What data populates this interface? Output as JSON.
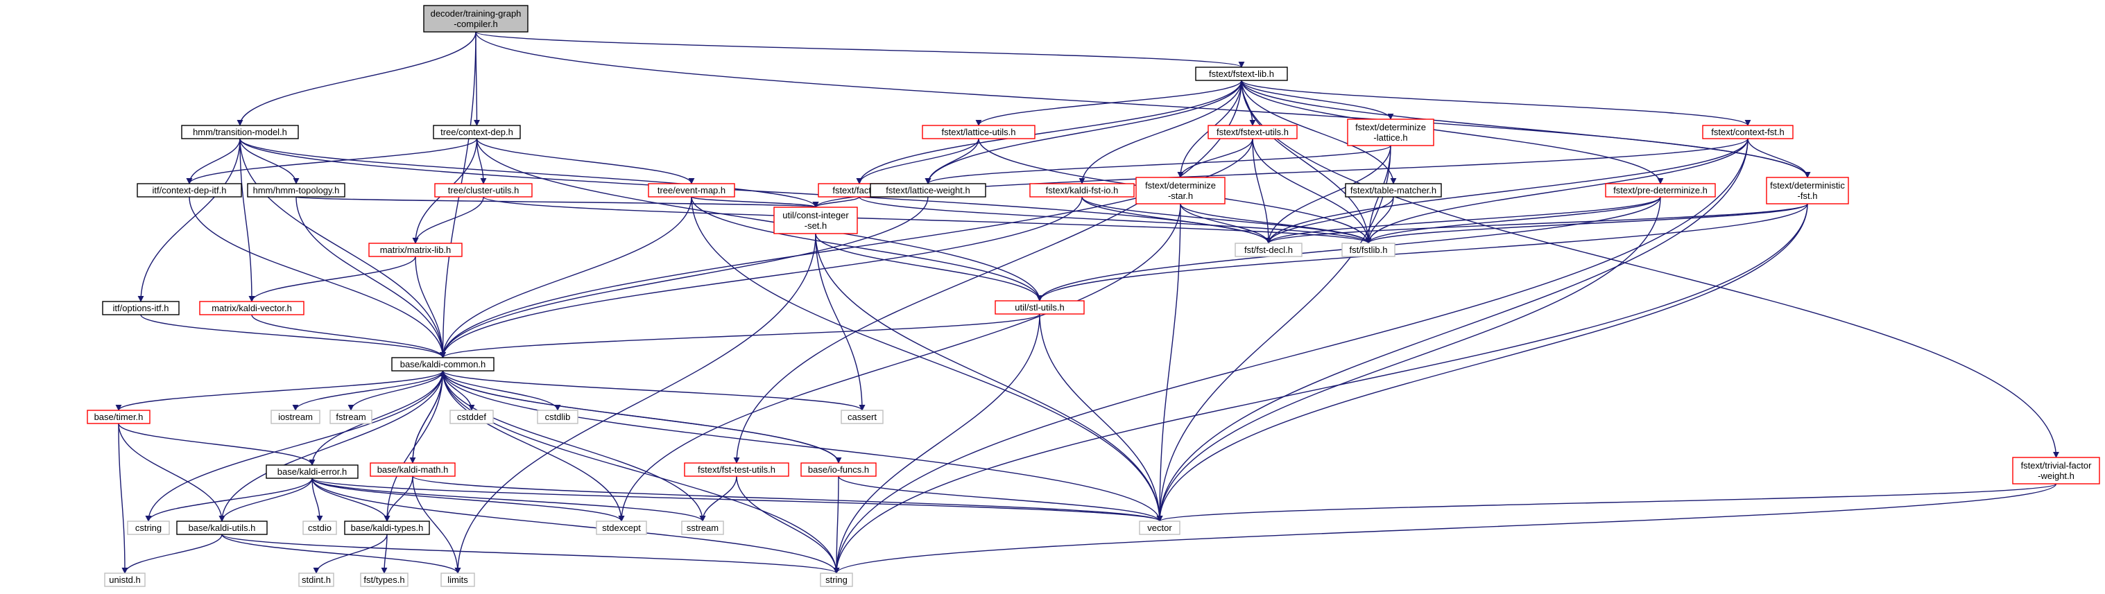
{
  "colors": {
    "edge": "#191970",
    "root_fill": "#bfbfbf",
    "root_border": "#000000",
    "documented_border": "#000000",
    "truncated_border": "#ff0000",
    "system_border": "#bfbfbf",
    "system_text": "#000000",
    "background": "#ffffff"
  },
  "nodes": [
    {
      "id": "root",
      "style": "root",
      "lines": [
        "decoder/training-graph",
        "-compiler.h"
      ]
    },
    {
      "id": "fstext_lib",
      "style": "documented",
      "lines": [
        "fstext/fstext-lib.h"
      ]
    },
    {
      "id": "hmm_tm",
      "style": "documented",
      "lines": [
        "hmm/transition-model.h"
      ]
    },
    {
      "id": "tree_cd",
      "style": "documented",
      "lines": [
        "tree/context-dep.h"
      ]
    },
    {
      "id": "itf_cdi",
      "style": "documented",
      "lines": [
        "itf/context-dep-itf.h"
      ]
    },
    {
      "id": "hmm_topo",
      "style": "documented",
      "lines": [
        "hmm/hmm-topology.h"
      ]
    },
    {
      "id": "tree_cu",
      "style": "truncated",
      "lines": [
        "tree/cluster-utils.h"
      ]
    },
    {
      "id": "tree_em",
      "style": "truncated",
      "lines": [
        "tree/event-map.h"
      ]
    },
    {
      "id": "fst_lu",
      "style": "truncated",
      "lines": [
        "fstext/lattice-utils.h"
      ]
    },
    {
      "id": "fst_factor",
      "style": "truncated",
      "lines": [
        "fstext/factor.h"
      ]
    },
    {
      "id": "fst_lw",
      "style": "documented",
      "lines": [
        "fstext/lattice-weight.h"
      ]
    },
    {
      "id": "fst_fu",
      "style": "truncated",
      "lines": [
        "fstext/fstext-utils.h"
      ]
    },
    {
      "id": "fst_dl",
      "style": "truncated",
      "lines": [
        "fstext/determinize",
        "-lattice.h"
      ]
    },
    {
      "id": "fst_kfi",
      "style": "truncated",
      "lines": [
        "fstext/kaldi-fst-io.h"
      ]
    },
    {
      "id": "fst_ds",
      "style": "truncated",
      "lines": [
        "fstext/determinize",
        "-star.h"
      ]
    },
    {
      "id": "fst_tm",
      "style": "documented",
      "lines": [
        "fstext/table-matcher.h"
      ]
    },
    {
      "id": "fst_cf",
      "style": "truncated",
      "lines": [
        "fstext/context-fst.h"
      ]
    },
    {
      "id": "fst_pd",
      "style": "truncated",
      "lines": [
        "fstext/pre-determinize.h"
      ]
    },
    {
      "id": "fst_dfst",
      "style": "truncated",
      "lines": [
        "fstext/deterministic",
        "-fst.h"
      ]
    },
    {
      "id": "fst_ftu",
      "style": "truncated",
      "lines": [
        "fstext/fst-test-utils.h"
      ]
    },
    {
      "id": "fst_tfw",
      "style": "truncated",
      "lines": [
        "fstext/trivial-factor",
        "-weight.h"
      ]
    },
    {
      "id": "mat_lib",
      "style": "truncated",
      "lines": [
        "matrix/matrix-lib.h"
      ]
    },
    {
      "id": "mat_kv",
      "style": "truncated",
      "lines": [
        "matrix/kaldi-vector.h"
      ]
    },
    {
      "id": "util_cis",
      "style": "truncated",
      "lines": [
        "util/const-integer",
        "-set.h"
      ]
    },
    {
      "id": "util_stl",
      "style": "truncated",
      "lines": [
        "util/stl-utils.h"
      ]
    },
    {
      "id": "itf_opt",
      "style": "documented",
      "lines": [
        "itf/options-itf.h"
      ]
    },
    {
      "id": "fst_decl",
      "style": "system",
      "lines": [
        "fst/fst-decl.h"
      ]
    },
    {
      "id": "fstlib",
      "style": "system",
      "lines": [
        "fst/fstlib.h"
      ]
    },
    {
      "id": "base_kc",
      "style": "documented",
      "lines": [
        "base/kaldi-common.h"
      ]
    },
    {
      "id": "base_timer",
      "style": "truncated",
      "lines": [
        "base/timer.h"
      ]
    },
    {
      "id": "iostream",
      "style": "system",
      "lines": [
        "iostream"
      ]
    },
    {
      "id": "fstream",
      "style": "system",
      "lines": [
        "fstream"
      ]
    },
    {
      "id": "cstddef",
      "style": "system",
      "lines": [
        "cstddef"
      ]
    },
    {
      "id": "cstdlib",
      "style": "system",
      "lines": [
        "cstdlib"
      ]
    },
    {
      "id": "cassert",
      "style": "system",
      "lines": [
        "cassert"
      ]
    },
    {
      "id": "base_ke",
      "style": "documented",
      "lines": [
        "base/kaldi-error.h"
      ]
    },
    {
      "id": "base_km",
      "style": "truncated",
      "lines": [
        "base/kaldi-math.h"
      ]
    },
    {
      "id": "base_io",
      "style": "truncated",
      "lines": [
        "base/io-funcs.h"
      ]
    },
    {
      "id": "cstring",
      "style": "system",
      "lines": [
        "cstring"
      ]
    },
    {
      "id": "cstdio",
      "style": "system",
      "lines": [
        "cstdio"
      ]
    },
    {
      "id": "sstream",
      "style": "system",
      "lines": [
        "sstream"
      ]
    },
    {
      "id": "stdexcept",
      "style": "system",
      "lines": [
        "stdexcept"
      ]
    },
    {
      "id": "vector",
      "style": "system",
      "lines": [
        "vector"
      ]
    },
    {
      "id": "base_ku",
      "style": "documented",
      "lines": [
        "base/kaldi-utils.h"
      ]
    },
    {
      "id": "base_kt",
      "style": "documented",
      "lines": [
        "base/kaldi-types.h"
      ]
    },
    {
      "id": "unistd",
      "style": "system",
      "lines": [
        "unistd.h"
      ]
    },
    {
      "id": "stdint",
      "style": "system",
      "lines": [
        "stdint.h"
      ]
    },
    {
      "id": "fst_types",
      "style": "system",
      "lines": [
        "fst/types.h"
      ]
    },
    {
      "id": "limits",
      "style": "system",
      "lines": [
        "limits"
      ]
    },
    {
      "id": "string",
      "style": "system",
      "lines": [
        "string"
      ]
    }
  ],
  "edges": [
    [
      "root",
      "fstext_lib"
    ],
    [
      "root",
      "hmm_tm"
    ],
    [
      "root",
      "tree_cd"
    ],
    [
      "root",
      "base_kc"
    ],
    [
      "root",
      "fst_dfst"
    ],
    [
      "fstext_lib",
      "fst_lu"
    ],
    [
      "fstext_lib",
      "fst_factor"
    ],
    [
      "fstext_lib",
      "fst_lw"
    ],
    [
      "fstext_lib",
      "fst_fu"
    ],
    [
      "fstext_lib",
      "fst_dl"
    ],
    [
      "fstext_lib",
      "fst_kfi"
    ],
    [
      "fstext_lib",
      "fst_ds"
    ],
    [
      "fstext_lib",
      "fst_tm"
    ],
    [
      "fstext_lib",
      "fst_cf"
    ],
    [
      "fstext_lib",
      "fst_pd"
    ],
    [
      "fstext_lib",
      "fst_dfst"
    ],
    [
      "fstext_lib",
      "fst_ftu"
    ],
    [
      "fstext_lib",
      "fst_tfw"
    ],
    [
      "fstext_lib",
      "fstlib"
    ],
    [
      "hmm_tm",
      "itf_cdi"
    ],
    [
      "hmm_tm",
      "hmm_topo"
    ],
    [
      "hmm_tm",
      "mat_kv"
    ],
    [
      "hmm_tm",
      "itf_opt"
    ],
    [
      "hmm_tm",
      "base_kc"
    ],
    [
      "hmm_tm",
      "util_cis"
    ],
    [
      "hmm_tm",
      "fst_decl"
    ],
    [
      "tree_cd",
      "itf_cdi"
    ],
    [
      "tree_cd",
      "tree_cu"
    ],
    [
      "tree_cd",
      "tree_em"
    ],
    [
      "tree_cd",
      "mat_lib"
    ],
    [
      "tree_cd",
      "util_stl"
    ],
    [
      "itf_cdi",
      "base_kc"
    ],
    [
      "hmm_topo",
      "base_kc"
    ],
    [
      "hmm_topo",
      "util_cis"
    ],
    [
      "tree_cu",
      "mat_lib"
    ],
    [
      "tree_cu",
      "fstlib"
    ],
    [
      "tree_em",
      "util_cis"
    ],
    [
      "tree_em",
      "util_stl"
    ],
    [
      "tree_em",
      "base_kc"
    ],
    [
      "tree_em",
      "vector"
    ],
    [
      "fst_lu",
      "fst_factor"
    ],
    [
      "fst_lu",
      "fst_lw"
    ],
    [
      "fst_lu",
      "fstlib"
    ],
    [
      "fst_factor",
      "util_cis"
    ],
    [
      "fst_factor",
      "fstlib"
    ],
    [
      "fst_lw",
      "base_kc"
    ],
    [
      "fst_fu",
      "fst_ds"
    ],
    [
      "fst_fu",
      "fst_decl"
    ],
    [
      "fst_fu",
      "fstlib"
    ],
    [
      "fst_fu",
      "base_kc"
    ],
    [
      "fst_dl",
      "fst_lw"
    ],
    [
      "fst_dl",
      "fst_decl"
    ],
    [
      "fst_dl",
      "fstlib"
    ],
    [
      "fst_dl",
      "vector"
    ],
    [
      "fst_kfi",
      "fst_decl"
    ],
    [
      "fst_kfi",
      "fstlib"
    ],
    [
      "fst_kfi",
      "base_kc"
    ],
    [
      "fst_ds",
      "fst_decl"
    ],
    [
      "fst_ds",
      "fstlib"
    ],
    [
      "fst_ds",
      "vector"
    ],
    [
      "fst_ds",
      "stdexcept"
    ],
    [
      "fst_tm",
      "fst_decl"
    ],
    [
      "fst_tm",
      "fstlib"
    ],
    [
      "fst_cf",
      "fst_dfst"
    ],
    [
      "fst_cf",
      "fst_decl"
    ],
    [
      "fst_cf",
      "fstlib"
    ],
    [
      "fst_cf",
      "util_cis"
    ],
    [
      "fst_cf",
      "vector"
    ],
    [
      "fst_cf",
      "string"
    ],
    [
      "fst_pd",
      "fst_decl"
    ],
    [
      "fst_pd",
      "fstlib"
    ],
    [
      "fst_pd",
      "vector"
    ],
    [
      "fst_pd",
      "util_stl"
    ],
    [
      "fst_dfst",
      "fst_decl"
    ],
    [
      "fst_dfst",
      "fstlib"
    ],
    [
      "fst_dfst",
      "vector"
    ],
    [
      "fst_dfst",
      "string"
    ],
    [
      "fst_dfst",
      "util_stl"
    ],
    [
      "fst_ftu",
      "sstream"
    ],
    [
      "fst_ftu",
      "string"
    ],
    [
      "fst_tfw",
      "vector"
    ],
    [
      "fst_tfw",
      "string"
    ],
    [
      "mat_lib",
      "mat_kv"
    ],
    [
      "mat_lib",
      "base_kc"
    ],
    [
      "mat_kv",
      "base_kc"
    ],
    [
      "util_cis",
      "util_stl"
    ],
    [
      "util_cis",
      "cassert"
    ],
    [
      "util_cis",
      "vector"
    ],
    [
      "util_cis",
      "limits"
    ],
    [
      "util_stl",
      "base_kc"
    ],
    [
      "util_stl",
      "vector"
    ],
    [
      "util_stl",
      "string"
    ],
    [
      "itf_opt",
      "base_kc"
    ],
    [
      "base_kc",
      "base_timer"
    ],
    [
      "base_kc",
      "iostream"
    ],
    [
      "base_kc",
      "fstream"
    ],
    [
      "base_kc",
      "cstddef"
    ],
    [
      "base_kc",
      "cstdlib"
    ],
    [
      "base_kc",
      "cassert"
    ],
    [
      "base_kc",
      "base_ke"
    ],
    [
      "base_kc",
      "base_km"
    ],
    [
      "base_kc",
      "base_io"
    ],
    [
      "base_kc",
      "cstring"
    ],
    [
      "base_kc",
      "sstream"
    ],
    [
      "base_kc",
      "stdexcept"
    ],
    [
      "base_kc",
      "vector"
    ],
    [
      "base_kc",
      "string"
    ],
    [
      "base_kc",
      "base_ku"
    ],
    [
      "base_kc",
      "base_kt"
    ],
    [
      "base_timer",
      "base_ke"
    ],
    [
      "base_timer",
      "base_ku"
    ],
    [
      "base_timer",
      "unistd"
    ],
    [
      "base_ke",
      "base_ku"
    ],
    [
      "base_ke",
      "base_kt"
    ],
    [
      "base_ke",
      "cstring"
    ],
    [
      "base_ke",
      "cstdio"
    ],
    [
      "base_ke",
      "sstream"
    ],
    [
      "base_ke",
      "stdexcept"
    ],
    [
      "base_ke",
      "vector"
    ],
    [
      "base_ke",
      "string"
    ],
    [
      "base_km",
      "base_kc"
    ],
    [
      "base_km",
      "base_kt"
    ],
    [
      "base_km",
      "limits"
    ],
    [
      "base_km",
      "vector"
    ],
    [
      "base_io",
      "base_kc"
    ],
    [
      "base_io",
      "vector"
    ],
    [
      "base_io",
      "string"
    ],
    [
      "base_ku",
      "unistd"
    ],
    [
      "base_ku",
      "limits"
    ],
    [
      "base_ku",
      "string"
    ],
    [
      "base_kt",
      "stdint"
    ],
    [
      "base_kt",
      "fst_types"
    ]
  ]
}
